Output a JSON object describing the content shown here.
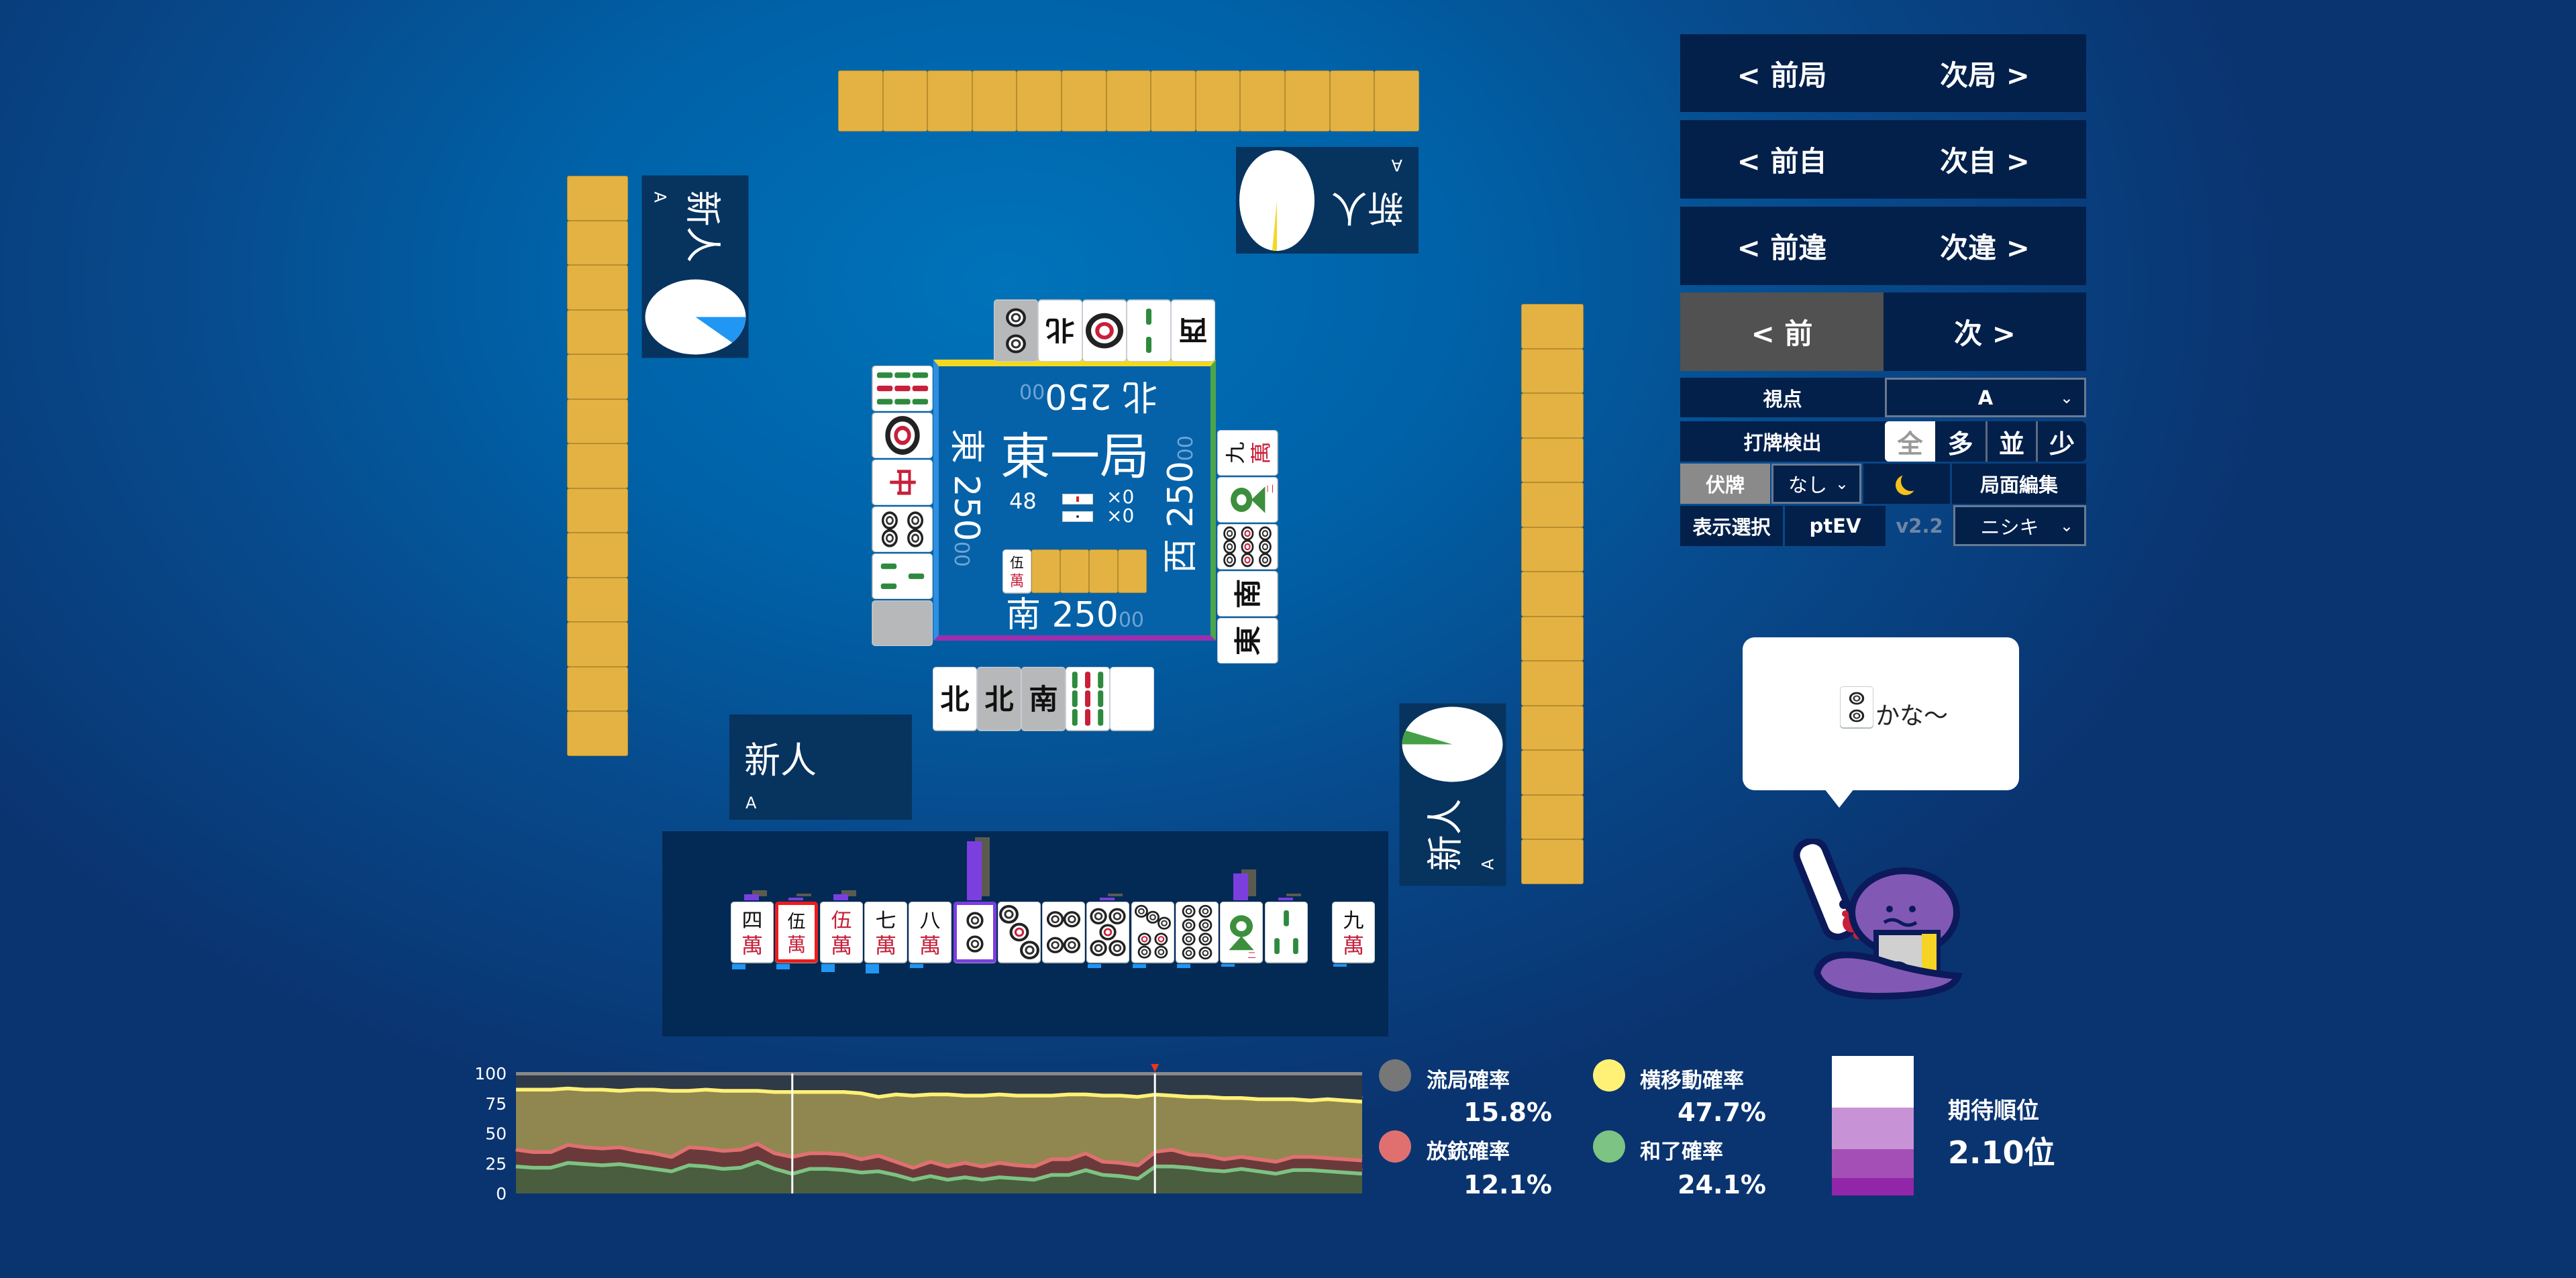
{
  "colors": {
    "tile_back": "#e3b243",
    "panel": "#03204a",
    "seat_east": "#2e8fe0",
    "seat_south": "#9b2fae",
    "seat_west": "#4ca54a",
    "seat_north": "#f2d91f",
    "agari": "#7dc383",
    "houju": "#e07070",
    "yoko": "#fff176",
    "ryuukyoku": "#777777"
  },
  "walls": {
    "top": 13,
    "left": 13,
    "right": 13
  },
  "players": {
    "left": {
      "name": "新人",
      "rank": "A",
      "pie_fraction": 0.12,
      "pie_color": "#2196f3"
    },
    "top": {
      "name": "新人",
      "rank": "A",
      "pie_fraction": 0.02,
      "pie_color": "#f5d824"
    },
    "right": {
      "name": "新人",
      "rank": "A",
      "pie_fraction": 0.06,
      "pie_color": "#43a047"
    },
    "bottom": {
      "name": "新人",
      "rank": "A"
    }
  },
  "board": {
    "round": "東一局",
    "tiles_left": "48",
    "honba": "×0",
    "riichi_sticks": "×0",
    "scores": {
      "east": {
        "wind": "東",
        "main": "250",
        "sub": "00"
      },
      "south": {
        "wind": "南",
        "main": "250",
        "sub": "00"
      },
      "west": {
        "wind": "西",
        "main": "250",
        "sub": "00"
      },
      "north": {
        "wind": "北",
        "main": "250",
        "sub": "00"
      }
    },
    "dora_indicator": "5m",
    "dead_wall_backs": 4
  },
  "discards": {
    "top": [
      {
        "t": "3z"
      },
      {
        "t": "2s"
      },
      {
        "t": "1p"
      },
      {
        "t": "4z"
      },
      {
        "t": "2p",
        "gray": true
      }
    ],
    "left": [
      {
        "t": "9s"
      },
      {
        "t": "1p"
      },
      {
        "t": "7z"
      },
      {
        "t": "4p"
      },
      {
        "t": "3s"
      },
      {
        "t": "5z",
        "gray": true
      }
    ],
    "right": [
      {
        "t": "9m"
      },
      {
        "t": "1s"
      },
      {
        "t": "9p"
      },
      {
        "t": "2z"
      },
      {
        "t": "1z"
      }
    ],
    "bottom": [
      {
        "t": "4z"
      },
      {
        "t": "4z",
        "gray": true
      },
      {
        "t": "2z",
        "gray": true
      },
      {
        "t": "9s"
      },
      {
        "t": "5z"
      }
    ]
  },
  "hand": {
    "tiles": [
      "4m",
      "5m",
      "0m",
      "7m",
      "8m",
      "2p",
      "3p",
      "4p",
      "5p",
      "7p",
      "8p",
      "1s",
      "3s"
    ],
    "draw": "9m",
    "highlight_red_index": 1,
    "selected_index": 5,
    "eval_bars": [
      0.1,
      0.05,
      0.1,
      0,
      0,
      1.0,
      0,
      0,
      0.05,
      0,
      0,
      0.45,
      0.05
    ],
    "draw_eval_bar": 0.05,
    "danger_bars": [
      0.4,
      0.4,
      0.6,
      0.7,
      0.3,
      0,
      0,
      0,
      0.3,
      0.3,
      0.3,
      0.2,
      0
    ],
    "draw_danger_bar": 0.2
  },
  "controls": {
    "prev_round": "< 前局",
    "next_round": "次局 >",
    "prev_self": "< 前自",
    "next_self": "次自 >",
    "prev_diff": "< 前違",
    "next_diff": "次違 >",
    "prev": "< 前",
    "next": "次 >",
    "viewpoint_label": "視点",
    "viewpoint_value": "A",
    "detect_label": "打牌検出",
    "detect_options": [
      "全",
      "多",
      "並",
      "少"
    ],
    "detect_selected": "全",
    "hidden_label": "伏牌",
    "hidden_value": "なし",
    "moon_icon": "crescent-moon",
    "edit_label": "局面編集",
    "display_label": "表示選択",
    "ptev_label": "ptEV",
    "version": "v2.2",
    "model_value": "ニシキ"
  },
  "bubble": {
    "tile": "2p",
    "text": "かな～"
  },
  "chart_data": {
    "type": "area",
    "stacked": true,
    "ylim": [
      0,
      100
    ],
    "yticks": [
      "100",
      "75",
      "50",
      "25",
      "0"
    ],
    "markers": [
      16,
      37
    ],
    "cursor": 37,
    "series": [
      {
        "name": "和了確率",
        "color": "#7dc383",
        "values": [
          24,
          23,
          23,
          27,
          26,
          25,
          26,
          24,
          22,
          20,
          25,
          24,
          22,
          23,
          28,
          22,
          18,
          22,
          22,
          21,
          19,
          20,
          17,
          13,
          16,
          13,
          15,
          13,
          15,
          14,
          13,
          17,
          17,
          21,
          17,
          16,
          14,
          24.1,
          24,
          23,
          21,
          20,
          22,
          20,
          18,
          21,
          21,
          20,
          19,
          18
        ]
      },
      {
        "name": "放銃確率",
        "color": "#e07070",
        "values": [
          14,
          13,
          13,
          15,
          14,
          14,
          14,
          13,
          13,
          12,
          15,
          15,
          15,
          15,
          15,
          13,
          14,
          13,
          13,
          13,
          11,
          13,
          11,
          10,
          12,
          11,
          12,
          11,
          12,
          11,
          11,
          13,
          13,
          14,
          11,
          11,
          11,
          12.1,
          14,
          11,
          12,
          10,
          10,
          10,
          10,
          11,
          11,
          11,
          11,
          11
        ]
      },
      {
        "name": "横移動確率",
        "color": "#fff176",
        "values": [
          50,
          52,
          52,
          47,
          48,
          49,
          47,
          51,
          53,
          55,
          47,
          49,
          50,
          49,
          44,
          51,
          54,
          51,
          51,
          52,
          55,
          49,
          56,
          60,
          56,
          60,
          56,
          59,
          57,
          58,
          59,
          53,
          54,
          49,
          55,
          56,
          57,
          47.7,
          45,
          48,
          49,
          51,
          49,
          50,
          52,
          48,
          47,
          49,
          49,
          49
        ]
      },
      {
        "name": "流局確率",
        "color": "#777777",
        "values": [
          12,
          12,
          12,
          11,
          12,
          12,
          13,
          12,
          12,
          13,
          13,
          12,
          13,
          13,
          13,
          14,
          14,
          14,
          14,
          14,
          15,
          18,
          16,
          17,
          16,
          16,
          17,
          17,
          16,
          17,
          17,
          17,
          16,
          16,
          17,
          17,
          18,
          15.8,
          17,
          18,
          18,
          19,
          19,
          20,
          20,
          20,
          21,
          20,
          21,
          22
        ]
      }
    ]
  },
  "legend": {
    "ryuukyoku": {
      "label": "流局確率",
      "value": "15.8%"
    },
    "yoko": {
      "label": "横移動確率",
      "value": "47.7%"
    },
    "houju": {
      "label": "放銃確率",
      "value": "12.1%"
    },
    "agari": {
      "label": "和了確率",
      "value": "24.1%"
    }
  },
  "expected_rank": {
    "label": "期待順位",
    "value": "2.10位",
    "distribution": [
      0.368,
      0.298,
      0.207,
      0.127
    ],
    "colors": [
      "#ffffff",
      "#c893d6",
      "#a44fb6",
      "#9126a8"
    ]
  }
}
